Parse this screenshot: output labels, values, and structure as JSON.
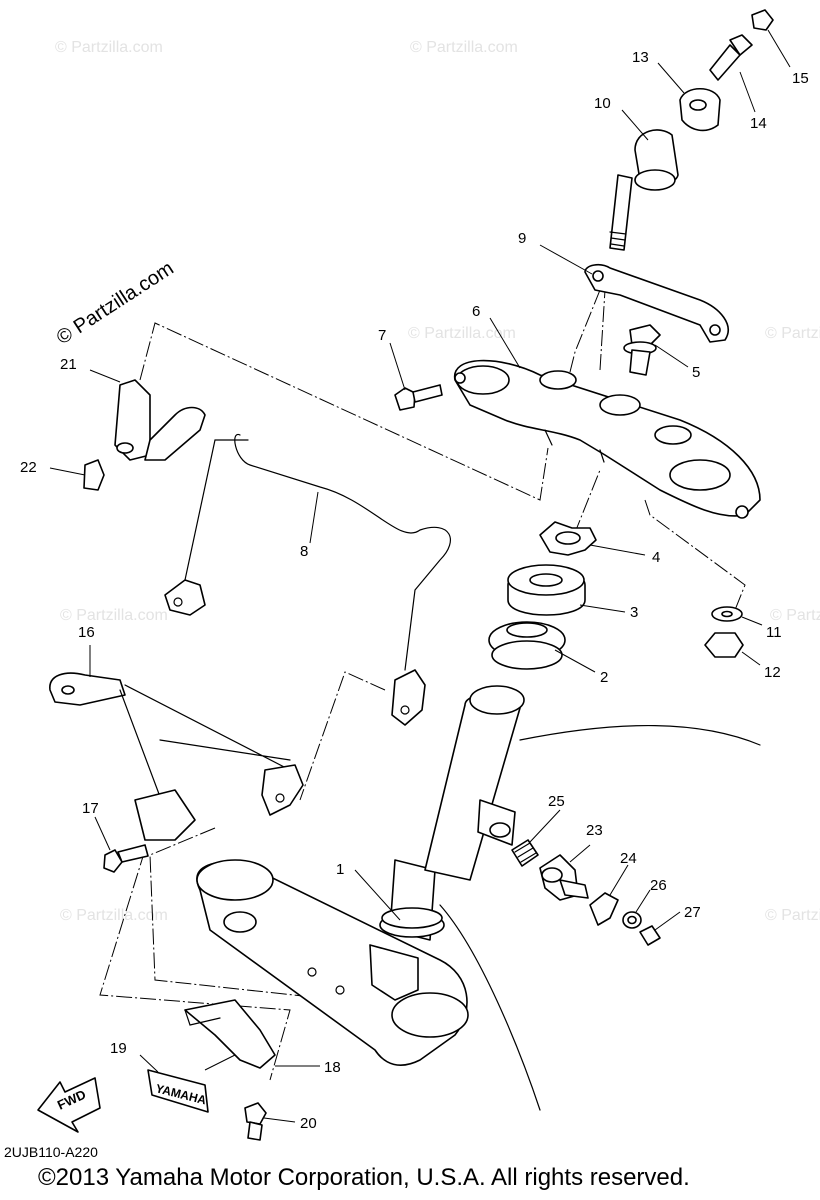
{
  "watermark": {
    "main": "© Partzilla.com",
    "faint": "© Partzilla.com"
  },
  "diagram_code": "2UJB110-A220",
  "copyright": "©2013 Yamaha Motor Corporation, U.S.A. All rights reserved.",
  "decal_text": "YAMAHA",
  "fwd_label": "FWD",
  "callouts": {
    "c1": "1",
    "c2": "2",
    "c3": "3",
    "c4": "4",
    "c5": "5",
    "c6": "6",
    "c7": "7",
    "c8": "8",
    "c9": "9",
    "c10": "10",
    "c11": "11",
    "c12": "12",
    "c13": "13",
    "c14": "14",
    "c15": "15",
    "c16": "16",
    "c17": "17",
    "c18": "18",
    "c19": "19",
    "c20": "20",
    "c21": "21",
    "c22": "22",
    "c23": "23",
    "c24": "24",
    "c25": "25",
    "c26": "26",
    "c27": "27"
  }
}
